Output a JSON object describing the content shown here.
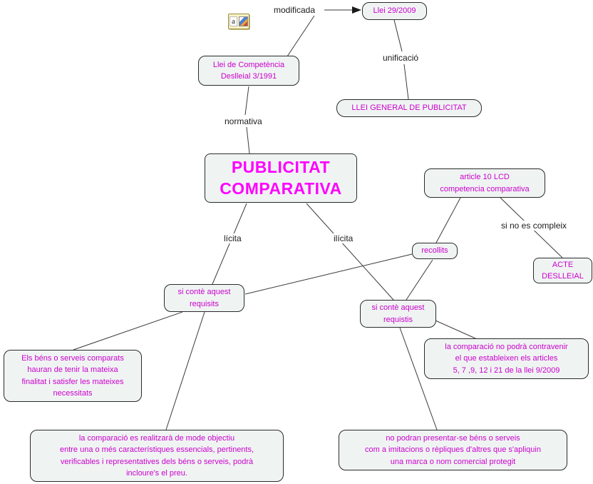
{
  "colors": {
    "title_text": "#ff00ff",
    "node_text": "#cc00cc",
    "box_fill": "#eff4f3",
    "box_border": "#2a2a2a",
    "connector_line": "#3a3a3a",
    "link_label_text": "#1b1b1b"
  },
  "main_topic": {
    "text": "PUBLICITAT\nCOMPARATIVA"
  },
  "nodes": {
    "llei_competencia": {
      "text": "Llei de Competència\nDeslleial 3/1991"
    },
    "llei_29_2009": {
      "text": "Llei 29/2009"
    },
    "llei_general": {
      "text": "LLEI GENERAL DE PUBLICITAT"
    },
    "article_10": {
      "text": "article 10 LCD\ncompetencia comparativa"
    },
    "acte_deslleial": {
      "text": "ACTE\nDESLLEIAL"
    },
    "recollits": {
      "text": "recollits"
    },
    "requisits": {
      "text": "si contè aquest\nrequisits"
    },
    "requistis": {
      "text": "si contè aquest\nrequistis"
    },
    "bens_serveis": {
      "text": "Els béns o serveis comparats\nhauran de tenir la mateixa\nfinalitat i satisfer les mateixes\nnecessitats"
    },
    "contravenir": {
      "text": "la comparació no podrà contravenir\nel que estableixen els articles\n5, 7 ,9, 12 i 21 de la llei 9/2009"
    },
    "objectiu": {
      "text": "la comparació es realitzarà de mode objectiu\nentre una o més característiques essencials, pertinents,\nverificables i representatives dels béns o serveis, podrà\nincloure's el preu."
    },
    "imitacions": {
      "text": "no podran presentar-se béns o serveis\ncom a imitacions o rèpliques d'altres que s'apliquin\nuna marca o nom comercial protegit"
    }
  },
  "link_labels": {
    "modificada": "modificada",
    "unificacio": "unificació",
    "normativa": "normativa",
    "licita": "lícita",
    "ilicita": "ilícita",
    "si_no_es_compleix": "si no es compleix"
  },
  "icons": {
    "resource_letter": "a"
  }
}
